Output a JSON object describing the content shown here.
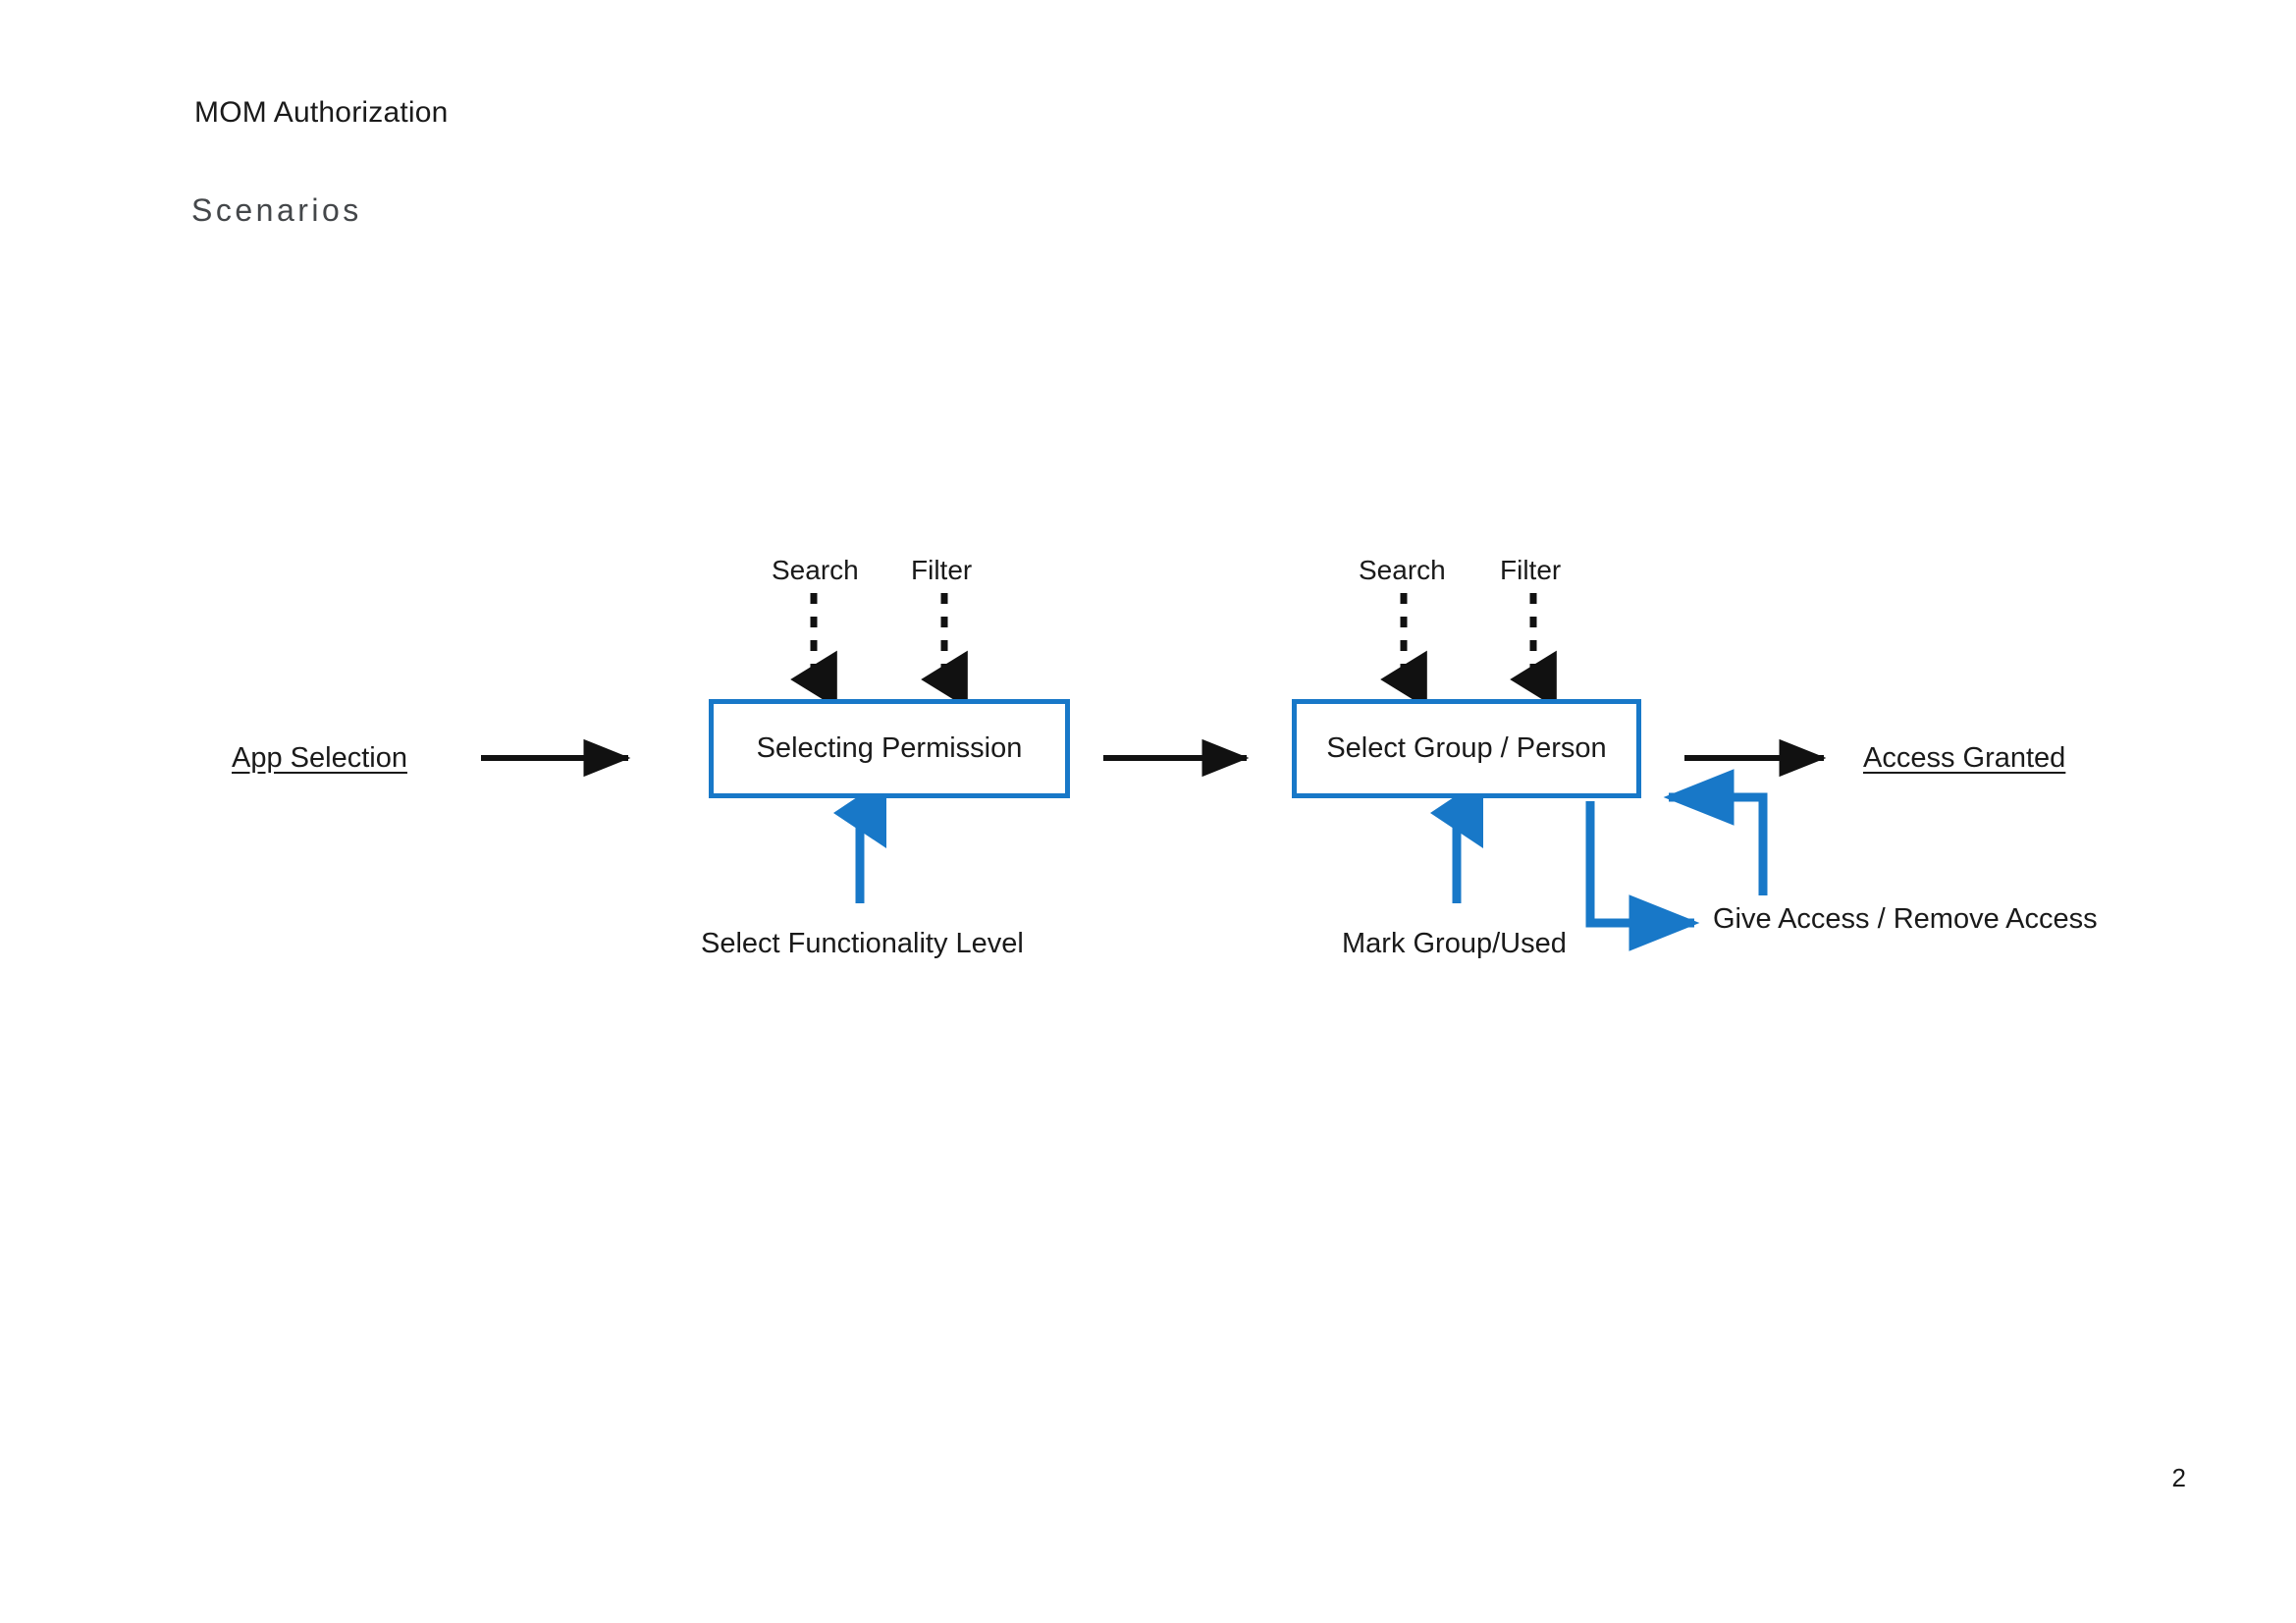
{
  "slide": {
    "title": "MOM Authorization",
    "section_heading": "Scenarios",
    "page_number": "2"
  },
  "colors": {
    "accent_blue": "#1878c8",
    "arrow_black": "#111111",
    "heading_gray": "#44474a",
    "text_black": "#1a1a1a",
    "background": "#ffffff"
  },
  "diagram": {
    "type": "flowchart",
    "start_node": {
      "label": "App Selection",
      "underlined": true
    },
    "end_node": {
      "label": "Access Granted",
      "underlined": true
    },
    "boxes": [
      {
        "id": "selecting-permission",
        "label": "Selecting Permission"
      },
      {
        "id": "select-group-person",
        "label": "Select Group / Person"
      }
    ],
    "inputs_top": [
      {
        "target": "selecting-permission",
        "labels": [
          "Search",
          "Filter"
        ],
        "connector": "dotted-down-arrow"
      },
      {
        "target": "select-group-person",
        "labels": [
          "Search",
          "Filter"
        ],
        "connector": "dotted-down-arrow"
      }
    ],
    "inputs_bottom": [
      {
        "target": "selecting-permission",
        "label": "Select Functionality Level",
        "connector": "solid-up-arrow-blue"
      },
      {
        "target": "select-group-person",
        "label": "Mark Group/Used",
        "connector": "solid-up-arrow-blue"
      }
    ],
    "feedback": {
      "label": "Give Access / Remove Access",
      "out_connector": "blue-elbow-down-right-arrow",
      "return_connector": "blue-elbow-up-left-arrow",
      "returns_to": "select-group-person"
    },
    "main_flow_arrows": [
      {
        "from": "App Selection",
        "to": "Selecting Permission",
        "style": "solid-black"
      },
      {
        "from": "Selecting Permission",
        "to": "Select Group / Person",
        "style": "solid-black"
      },
      {
        "from": "Select Group / Person",
        "to": "Access Granted",
        "style": "solid-black"
      }
    ]
  }
}
